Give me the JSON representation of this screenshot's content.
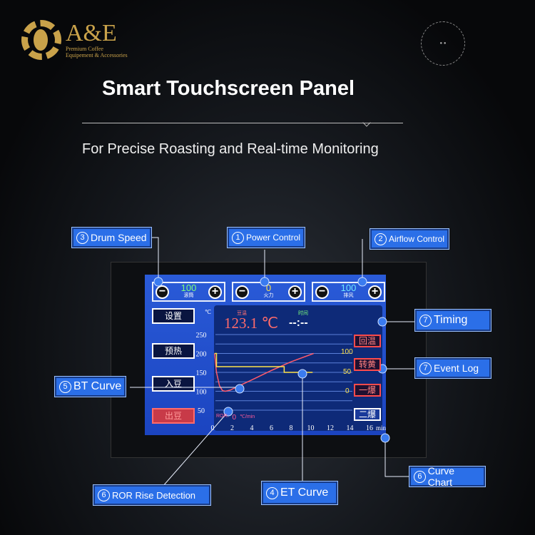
{
  "brand": {
    "name": "A&E",
    "tagline1": "Premium Coffee",
    "tagline2": "Equipement & Accessories"
  },
  "title": "Smart Touchscreen Panel",
  "subtitle": "For Precise Roasting and Real-time Monitoring",
  "controls": [
    {
      "value": "100",
      "label": "滚筒"
    },
    {
      "value": "0",
      "label": "火力"
    },
    {
      "value": "100",
      "label": "排风"
    }
  ],
  "side_buttons": [
    "设置",
    "预热",
    "入豆",
    "出豆"
  ],
  "readout": {
    "bean_temp_label": "豆温",
    "bean_temp": "123.1 ℃",
    "time_label": "时间",
    "time": "--:--",
    "ror_label": "ROR:",
    "ror": "0",
    "ror_unit": "℃/min",
    "unit": "℃"
  },
  "event_buttons": [
    "回温",
    "转黄",
    "一爆",
    "二爆"
  ],
  "right_scale": [
    "100",
    "50",
    "0"
  ],
  "callouts": {
    "drum": {
      "n": "3",
      "label": "Drum Speed"
    },
    "power": {
      "n": "1",
      "label": "Power Control"
    },
    "airflow": {
      "n": "2",
      "label": "Airflow Control"
    },
    "timing": {
      "n": "7",
      "label": "Timing"
    },
    "event": {
      "n": "7",
      "label": "Event Log"
    },
    "bt": {
      "n": "5",
      "label": "BT Curve"
    },
    "ror": {
      "n": "6",
      "label": "ROR Rise Detection"
    },
    "et": {
      "n": "4",
      "label": "ET Curve"
    },
    "curve": {
      "n": "6",
      "label": "Curve Chart"
    }
  },
  "chart_data": {
    "type": "line",
    "xlabel": "min",
    "ylabel": "℃",
    "xlim": [
      0,
      16
    ],
    "ylim": [
      50,
      250
    ],
    "xticks": [
      "0",
      "2",
      "4",
      "6",
      "8",
      "10",
      "12",
      "14",
      "16"
    ],
    "yticks": [
      "250",
      "200",
      "150",
      "100",
      "50"
    ],
    "series": [
      {
        "name": "BT",
        "color": "#ff5a6a",
        "x": [
          0.2,
          0.4,
          0.7,
          1.0,
          1.3,
          1.8,
          2.5,
          4,
          6,
          8,
          10.3
        ],
        "y": [
          200,
          150,
          115,
          102,
          100,
          103,
          112,
          130,
          155,
          178,
          200
        ]
      },
      {
        "name": "ET",
        "color": "#ffe34a",
        "x": [
          0.2,
          0.4,
          0.4,
          7.2,
          7.3,
          7.3,
          10.2
        ],
        "y": [
          200,
          200,
          165,
          165,
          165,
          150,
          150
        ]
      }
    ]
  }
}
